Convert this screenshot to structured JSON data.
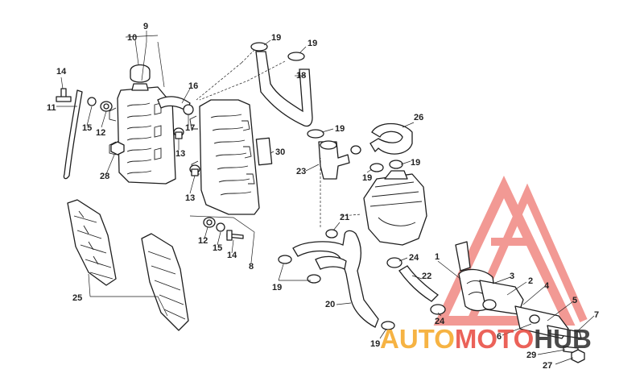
{
  "diagram": {
    "callouts": [
      {
        "id": "c1",
        "label": "1"
      },
      {
        "id": "c2",
        "label": "2"
      },
      {
        "id": "c3",
        "label": "3"
      },
      {
        "id": "c4",
        "label": "4"
      },
      {
        "id": "c5",
        "label": "5"
      },
      {
        "id": "c6",
        "label": "6"
      },
      {
        "id": "c7",
        "label": "7"
      },
      {
        "id": "c8",
        "label": "8"
      },
      {
        "id": "c9",
        "label": "9"
      },
      {
        "id": "c10",
        "label": "10"
      },
      {
        "id": "c11",
        "label": "11"
      },
      {
        "id": "c12a",
        "label": "12"
      },
      {
        "id": "c12b",
        "label": "12"
      },
      {
        "id": "c13a",
        "label": "13"
      },
      {
        "id": "c13b",
        "label": "13"
      },
      {
        "id": "c14a",
        "label": "14"
      },
      {
        "id": "c14b",
        "label": "14"
      },
      {
        "id": "c15a",
        "label": "15"
      },
      {
        "id": "c15b",
        "label": "15"
      },
      {
        "id": "c16",
        "label": "16"
      },
      {
        "id": "c17",
        "label": "17"
      },
      {
        "id": "c18",
        "label": "18"
      },
      {
        "id": "c19a",
        "label": "19"
      },
      {
        "id": "c19b",
        "label": "19"
      },
      {
        "id": "c19c",
        "label": "19"
      },
      {
        "id": "c19d",
        "label": "19"
      },
      {
        "id": "c19e",
        "label": "19"
      },
      {
        "id": "c19f",
        "label": "19"
      },
      {
        "id": "c19g",
        "label": "19"
      },
      {
        "id": "c20",
        "label": "20"
      },
      {
        "id": "c21",
        "label": "21"
      },
      {
        "id": "c22",
        "label": "22"
      },
      {
        "id": "c23",
        "label": "23"
      },
      {
        "id": "c24a",
        "label": "24"
      },
      {
        "id": "c24b",
        "label": "24"
      },
      {
        "id": "c25",
        "label": "25"
      },
      {
        "id": "c26",
        "label": "26"
      },
      {
        "id": "c27",
        "label": "27"
      },
      {
        "id": "c28",
        "label": "28"
      },
      {
        "id": "c29",
        "label": "29"
      },
      {
        "id": "c30",
        "label": "30"
      }
    ]
  },
  "watermark": {
    "part1": "AUTO",
    "part2": "MOTO",
    "part3": "HUB",
    "color_orange": "#f5a623",
    "color_red": "#e8473d",
    "color_dark": "#2b2b2b"
  }
}
